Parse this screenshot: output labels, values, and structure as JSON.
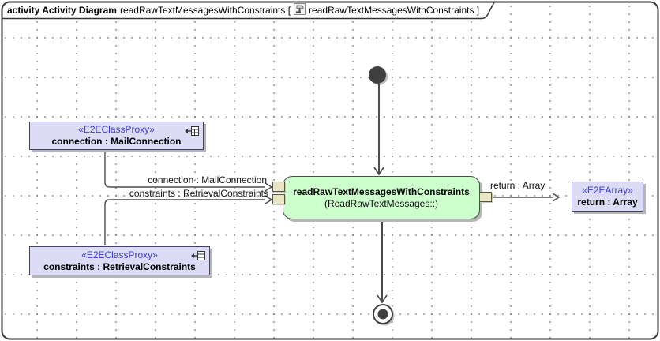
{
  "frame": {
    "tab": {
      "keyword": "activity Activity Diagram",
      "name_part": "readRawTextMessagesWithConstraints [",
      "ref_part": "readRawTextMessagesWithConstraints ]"
    }
  },
  "nodes": {
    "connection_proxy": {
      "stereotype": "«E2EClassProxy»",
      "name": "connection : MailConnection"
    },
    "constraints_proxy": {
      "stereotype": "«E2EClassProxy»",
      "name": "constraints : RetrievalConstraints"
    },
    "action": {
      "name": "readRawTextMessagesWithConstraints",
      "parent": "(ReadRawTextMessages::)"
    },
    "return_node": {
      "stereotype": "«E2EArray»",
      "name": "return : Array"
    }
  },
  "edge_labels": {
    "connection": "connection : MailConnection",
    "constraints": "constraints : RetrievalConstraints",
    "return": "return : Array"
  },
  "icons": {
    "tab_icon": "activity-diagram-icon",
    "proxy_icon": "linked-element-icon"
  },
  "colors": {
    "proxy_fill": "#dcdcf7",
    "proxy_border": "#40406a",
    "stereotype_text": "#3c3ccd",
    "action_fill": "#ccffcc",
    "action_border": "#4b4b4b",
    "pin_fill": "#e9e5c5",
    "edge_line": "#4b4b4b",
    "grid_dot": "#8f8f8f",
    "frame_border": "#333333"
  }
}
